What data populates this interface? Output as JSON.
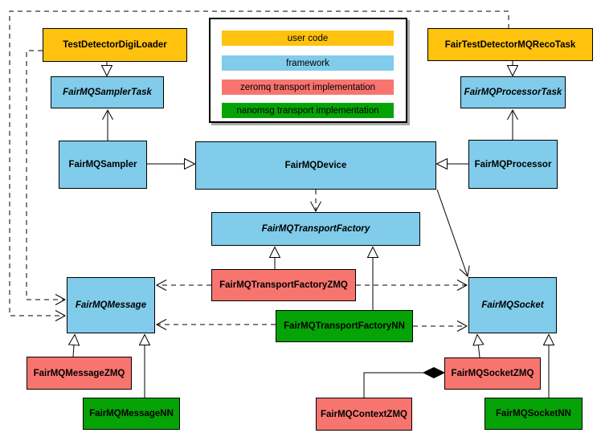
{
  "diagram_type": "uml-class-diagram",
  "colors": {
    "user_code": "#FFC20E",
    "framework": "#80CCEA",
    "zeromq": "#F8756F",
    "nanomsg": "#06A306",
    "edge": "#000000"
  },
  "legend": {
    "items": [
      {
        "label": "user code",
        "color": "#FFC20E"
      },
      {
        "label": "framework",
        "color": "#80CCEA"
      },
      {
        "label": "zeromq transport implementation",
        "color": "#F8756F"
      },
      {
        "label": "nanomsg transport implementation",
        "color": "#06A306"
      }
    ]
  },
  "nodes": [
    {
      "label": "TestDetectorDigiLoader",
      "category": "user_code",
      "abstract": false
    },
    {
      "label": "FairTestDetectorMQRecoTask",
      "category": "user_code",
      "abstract": false
    },
    {
      "label": "FairMQSamplerTask",
      "category": "framework",
      "abstract": true
    },
    {
      "label": "FairMQProcessorTask",
      "category": "framework",
      "abstract": true
    },
    {
      "label": "FairMQSampler",
      "category": "framework",
      "abstract": false
    },
    {
      "label": "FairMQDevice",
      "category": "framework",
      "abstract": false
    },
    {
      "label": "FairMQProcessor",
      "category": "framework",
      "abstract": false
    },
    {
      "label": "FairMQTransportFactory",
      "category": "framework",
      "abstract": true
    },
    {
      "label": "FairMQTransportFactoryZMQ",
      "category": "zeromq",
      "abstract": false
    },
    {
      "label": "FairMQTransportFactoryNN",
      "category": "nanomsg",
      "abstract": false
    },
    {
      "label": "FairMQMessage",
      "category": "framework",
      "abstract": true
    },
    {
      "label": "FairMQSocket",
      "category": "framework",
      "abstract": true
    },
    {
      "label": "FairMQMessageZMQ",
      "category": "zeromq",
      "abstract": false
    },
    {
      "label": "FairMQMessageNN",
      "category": "nanomsg",
      "abstract": false
    },
    {
      "label": "FairMQSocketZMQ",
      "category": "zeromq",
      "abstract": false
    },
    {
      "label": "FairMQContextZMQ",
      "category": "zeromq",
      "abstract": false
    },
    {
      "label": "FairMQSocketNN",
      "category": "nanomsg",
      "abstract": false
    }
  ],
  "edges": [
    {
      "from": "TestDetectorDigiLoader",
      "to": "FairMQSamplerTask",
      "type": "generalization-triangle",
      "style": "solid"
    },
    {
      "from": "FairTestDetectorMQRecoTask",
      "to": "FairMQProcessorTask",
      "type": "generalization-triangle",
      "style": "solid"
    },
    {
      "from": "FairMQSampler",
      "to": "FairMQSamplerTask",
      "type": "open-arrow",
      "style": "solid"
    },
    {
      "from": "FairMQProcessor",
      "to": "FairMQProcessorTask",
      "type": "open-arrow",
      "style": "solid"
    },
    {
      "from": "FairMQSampler",
      "to": "FairMQDevice",
      "type": "generalization-triangle",
      "style": "solid"
    },
    {
      "from": "FairMQProcessor",
      "to": "FairMQDevice",
      "type": "generalization-triangle",
      "style": "solid"
    },
    {
      "from": "FairMQDevice",
      "to": "FairMQTransportFactory",
      "type": "open-arrow",
      "style": "dashed"
    },
    {
      "from": "FairMQDevice",
      "to": "FairMQSocket",
      "type": "open-arrow",
      "style": "solid"
    },
    {
      "from": "FairMQTransportFactoryZMQ",
      "to": "FairMQTransportFactory",
      "type": "generalization-triangle",
      "style": "solid"
    },
    {
      "from": "FairMQTransportFactoryNN",
      "to": "FairMQTransportFactory",
      "type": "generalization-triangle",
      "style": "solid"
    },
    {
      "from": "FairMQTransportFactoryZMQ",
      "to": "FairMQMessage",
      "type": "open-arrow",
      "style": "dashed"
    },
    {
      "from": "FairMQTransportFactoryZMQ",
      "to": "FairMQSocket",
      "type": "open-arrow",
      "style": "dashed"
    },
    {
      "from": "FairMQTransportFactoryNN",
      "to": "FairMQMessage",
      "type": "open-arrow",
      "style": "dashed"
    },
    {
      "from": "FairMQTransportFactoryNN",
      "to": "FairMQSocket",
      "type": "open-arrow",
      "style": "dashed"
    },
    {
      "from": "TestDetectorDigiLoader",
      "to": "FairMQMessage",
      "type": "open-arrow",
      "style": "dashed"
    },
    {
      "from": "FairTestDetectorMQRecoTask",
      "to": "FairMQMessage",
      "type": "open-arrow",
      "style": "dashed"
    },
    {
      "from": "FairMQMessageZMQ",
      "to": "FairMQMessage",
      "type": "generalization-triangle",
      "style": "solid"
    },
    {
      "from": "FairMQMessageNN",
      "to": "FairMQMessage",
      "type": "generalization-triangle",
      "style": "solid"
    },
    {
      "from": "FairMQSocketZMQ",
      "to": "FairMQSocket",
      "type": "generalization-triangle",
      "style": "solid"
    },
    {
      "from": "FairMQSocketNN",
      "to": "FairMQSocket",
      "type": "generalization-triangle",
      "style": "solid"
    },
    {
      "from": "FairMQContextZMQ",
      "to": "FairMQSocketZMQ",
      "type": "composition-diamond",
      "style": "solid"
    }
  ]
}
